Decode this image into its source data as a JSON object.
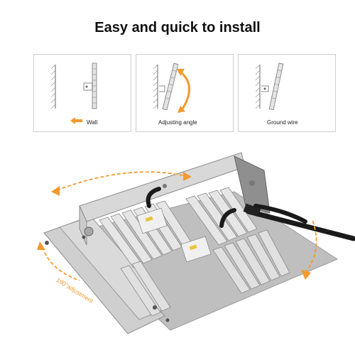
{
  "title": "Easy and quick to install",
  "panels": [
    {
      "caption": "Wall"
    },
    {
      "caption": "Adjusting angle"
    },
    {
      "caption": "Ground wire"
    }
  ],
  "photo": {
    "adjust_label": "180°adjustment"
  },
  "colors": {
    "accent": "#f29a2e",
    "heatsink": "#c9c9c9",
    "frame": "#d6d6d6",
    "cable": "#1a1a1a",
    "panel_border": "#cfcfcf"
  }
}
